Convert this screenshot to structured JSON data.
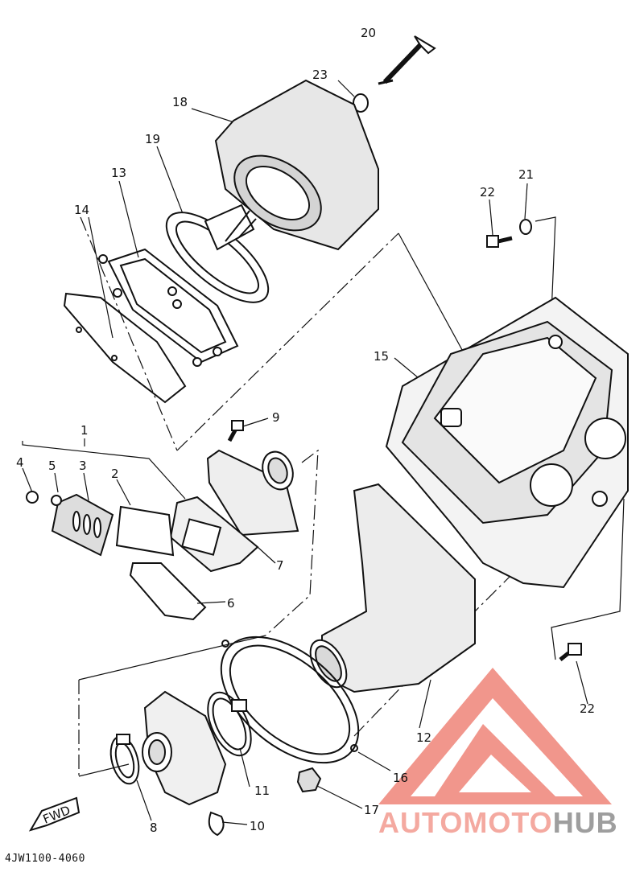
{
  "diagram": {
    "part_numbers": [
      "1",
      "2",
      "3",
      "4",
      "5",
      "6",
      "7",
      "8",
      "9",
      "10",
      "11",
      "12",
      "13",
      "14",
      "15",
      "16",
      "17",
      "18",
      "19",
      "20",
      "21",
      "22",
      "22",
      "23"
    ],
    "fwd_label": "FWD",
    "diagram_code": "4JW1100-4060"
  },
  "watermark": {
    "text_auto": "AUTO",
    "text_moto": "MOTO",
    "text_hub": "HUB",
    "color_primary": "#f4a9a0",
    "color_secondary": "#9e9e9e"
  }
}
